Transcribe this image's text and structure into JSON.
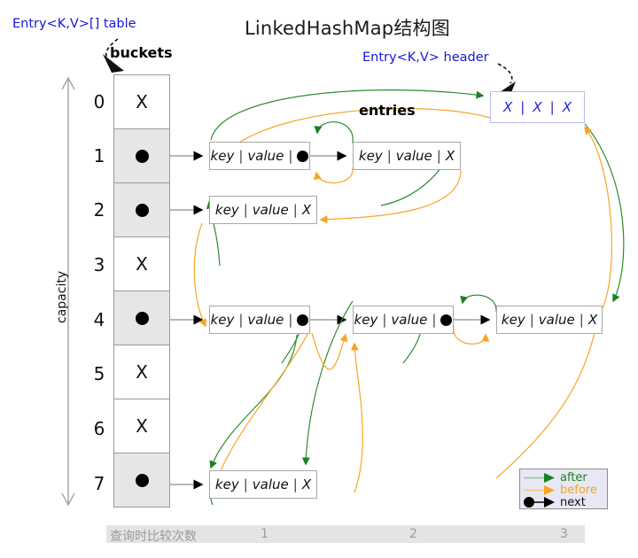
{
  "title": "LinkedHashMap结构图",
  "annotations": {
    "table_label": "Entry<K,V>[] table",
    "header_label": "Entry<K,V> header",
    "buckets_label": "buckets",
    "entries_label": "entries",
    "capacity_label": "capacity"
  },
  "colors": {
    "after": "#2e8b33",
    "before": "#f5a623",
    "next": "#000000",
    "annotation_blue": "#1717d6",
    "bucket_filled": "#e6e6e6",
    "bucket_empty": "#ffffff",
    "node_border": "#a8a8a8",
    "header_border": "#b9bce8",
    "legend_bg": "#e8e8f4",
    "footer_bg": "#e4e4e4"
  },
  "buckets": {
    "indices": [
      "0",
      "1",
      "2",
      "3",
      "4",
      "5",
      "6",
      "7"
    ],
    "cells": [
      {
        "index": "0",
        "state": "empty",
        "mark": "X"
      },
      {
        "index": "1",
        "state": "filled",
        "mark": "dot"
      },
      {
        "index": "2",
        "state": "filled",
        "mark": "dot"
      },
      {
        "index": "3",
        "state": "empty",
        "mark": "X"
      },
      {
        "index": "4",
        "state": "filled",
        "mark": "dot"
      },
      {
        "index": "5",
        "state": "empty",
        "mark": "X"
      },
      {
        "index": "6",
        "state": "empty",
        "mark": "X"
      },
      {
        "index": "7",
        "state": "filled",
        "mark": "dot"
      }
    ]
  },
  "header_entry": {
    "f1": "X",
    "f2": "X",
    "f3": "X",
    "sep": "|"
  },
  "entry_fields": {
    "key": "key",
    "value": "value",
    "sep": "|",
    "null_mark": "X"
  },
  "chains": [
    {
      "bucket": "1",
      "nodes": [
        {
          "key": "key",
          "value": "value",
          "next": "dot"
        },
        {
          "key": "key",
          "value": "value",
          "next": "X"
        }
      ]
    },
    {
      "bucket": "2",
      "nodes": [
        {
          "key": "key",
          "value": "value",
          "next": "X"
        }
      ]
    },
    {
      "bucket": "4",
      "nodes": [
        {
          "key": "key",
          "value": "value",
          "next": "dot"
        },
        {
          "key": "key",
          "value": "value",
          "next": "dot"
        },
        {
          "key": "key",
          "value": "value",
          "next": "X"
        }
      ]
    },
    {
      "bucket": "7",
      "nodes": [
        {
          "key": "key",
          "value": "value",
          "next": "X"
        }
      ]
    }
  ],
  "legend": {
    "items": [
      {
        "label": "after",
        "kind": "arrow-green"
      },
      {
        "label": "before",
        "kind": "arrow-orange"
      },
      {
        "label": "next",
        "kind": "dot-arrow-black"
      }
    ]
  },
  "footer": {
    "text": "查询时比较次数",
    "counts": [
      "1",
      "2",
      "3"
    ]
  }
}
